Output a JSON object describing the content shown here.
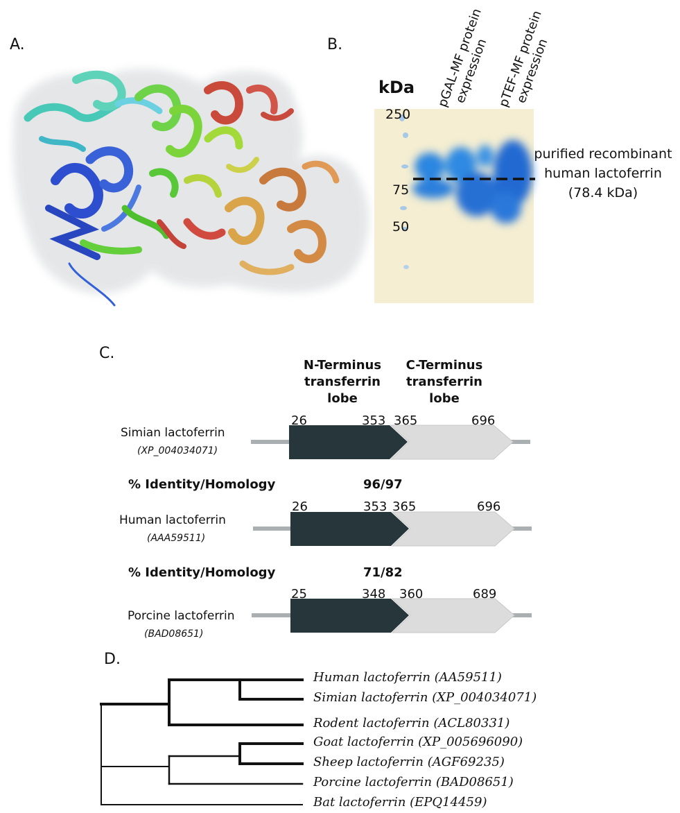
{
  "panels": {
    "a": {
      "label": "A."
    },
    "b": {
      "label": "B.",
      "axis_title": "kDa",
      "markers": [
        "250",
        "75",
        "50"
      ],
      "lanes": [
        "pGAL-MF protein expression",
        "pTEF-MF protein expression"
      ],
      "lane_lines": [
        [
          "pGAL-MF protein",
          "expression"
        ],
        [
          "pTEF-MF protein",
          "expression"
        ]
      ],
      "annotation": [
        "purified recombinant",
        "human lactoferrin",
        "(78.4 kDa)"
      ]
    },
    "c": {
      "label": "C.",
      "lobe_headers": [
        [
          "N-Terminus",
          "transferrin",
          "lobe"
        ],
        [
          "C-Terminus",
          "transferrin",
          "lobe"
        ]
      ],
      "proteins": [
        {
          "name": "Simian lactoferrin",
          "accession": "(XP_004034071)",
          "positions": [
            "26",
            "353",
            "365",
            "696"
          ]
        },
        {
          "name": "Human lactoferrin",
          "accession": "(AAA59511)",
          "positions": [
            "26",
            "353",
            "365",
            "696"
          ]
        },
        {
          "name": "Porcine lactoferrin",
          "accession": "(BAD08651)",
          "positions": [
            "25",
            "348",
            "360",
            "689"
          ]
        }
      ],
      "comparisons": [
        {
          "label": "% Identity/Homology",
          "value": "96/97"
        },
        {
          "label": "% Identity/Homology",
          "value": "71/82"
        }
      ],
      "colors": {
        "n_lobe": "#26363a",
        "c_lobe": "#dcdcdc",
        "linker": "#aab0b2"
      }
    },
    "d": {
      "label": "D.",
      "taxa": [
        "Human lactoferrin (AA59511)",
        "Simian lactoferrin (XP_004034071)",
        "Rodent lactoferrin (ACL80331)",
        "Goat lactoferrin (XP_005696090)",
        "Sheep lactoferrin (AGF69235)",
        "Porcine lactoferrin (BAD08651)",
        "Bat lactoferrin (EPQ14459)"
      ]
    }
  }
}
